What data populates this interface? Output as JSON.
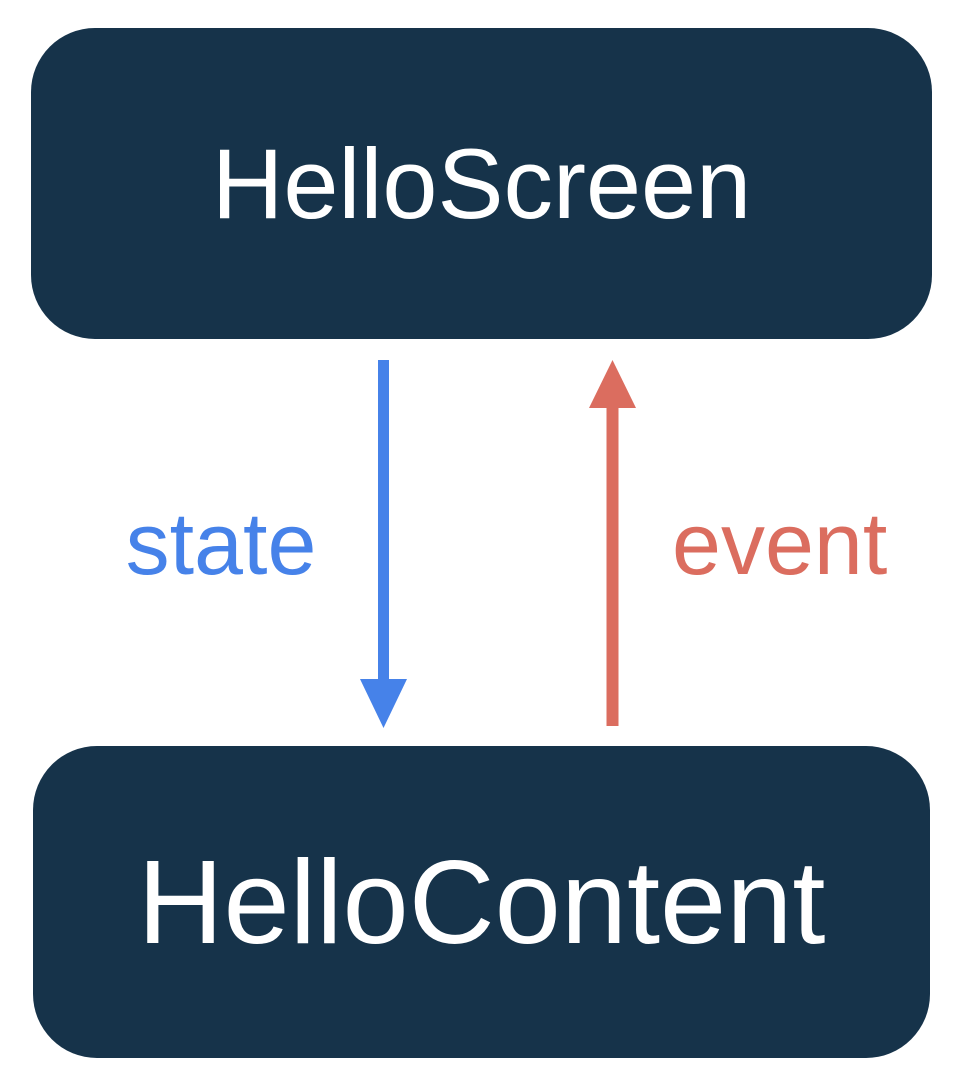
{
  "diagram": {
    "nodes": [
      {
        "id": "hello-screen",
        "label": "HelloScreen"
      },
      {
        "id": "hello-content",
        "label": "HelloContent"
      }
    ],
    "edges": [
      {
        "label": "state",
        "from": "HelloScreen",
        "to": "HelloContent",
        "direction": "down"
      },
      {
        "label": "event",
        "from": "HelloContent",
        "to": "HelloScreen",
        "direction": "up"
      }
    ]
  },
  "colors": {
    "node_background": "#16334A",
    "node_text": "#FFFFFF",
    "state_blue": "#4682E9",
    "event_red": "#DB6D5F",
    "page_background": "#FFFFFF"
  }
}
